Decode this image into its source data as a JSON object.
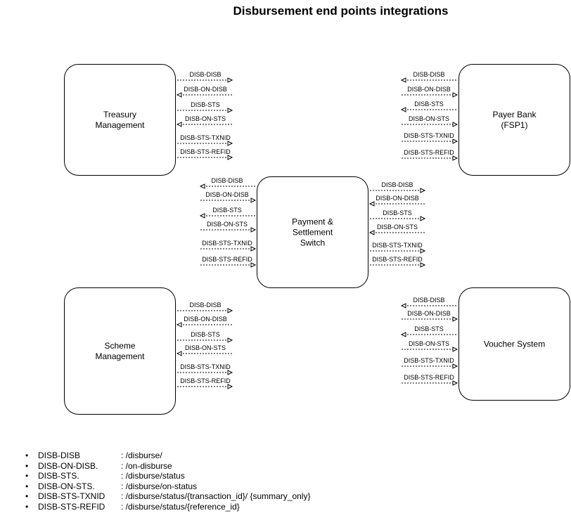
{
  "title": "Disbursement end points integrations",
  "nodes": {
    "treasury": "Treasury\nManagement",
    "payer_bank": "Payer Bank\n(FSP1)",
    "switch": "Payment &\nSettlement\nSwitch",
    "scheme": "Scheme\nManagement",
    "voucher": "Voucher System"
  },
  "endpoints": [
    "DISB-DISB",
    "DISB-ON-DISB",
    "DISB-STS",
    "DISB-ON-STS",
    "DISB-STS-TXNID",
    "DISB-STS-REFID"
  ],
  "legend": [
    {
      "code": "DISB-DISB",
      "path": ": /disburse/"
    },
    {
      "code": "DISB-ON-DISB.",
      "path": ": /on-disburse"
    },
    {
      "code": "DISB-STS.",
      "path": ": /disburse/status"
    },
    {
      "code": "DISB-ON-STS.",
      "path": ": /disburse/on-status"
    },
    {
      "code": "DISB-STS-TXNID",
      "path": ": /disburse/status/{transaction_id}/ {summary_only}"
    },
    {
      "code": "DISB-STS-REFID",
      "path": ": /disburse/status/{reference_id}"
    }
  ]
}
